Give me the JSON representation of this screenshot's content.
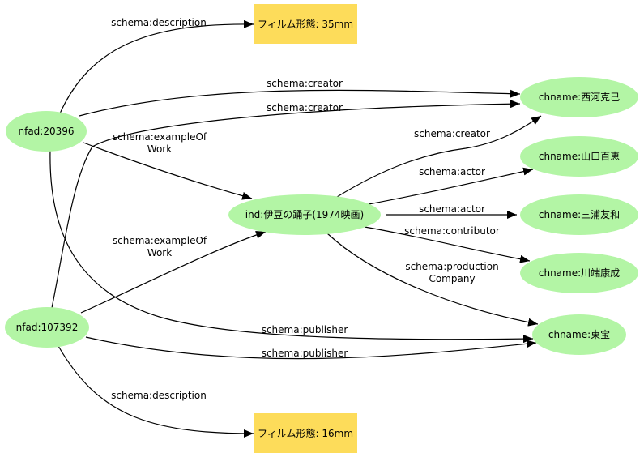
{
  "colors": {
    "resource_fill": "#b3f5a5",
    "literal_fill": "#fddc5a",
    "edge": "#000000",
    "background": "#ffffff"
  },
  "nodes": {
    "nfad20396": "nfad:20396",
    "nfad107392": "nfad:107392",
    "izu": "ind:伊豆の踊子(1974映画)",
    "nishikawa": "chname:西河克己",
    "yamaguchi": "chname:山口百恵",
    "miura": "chname:三浦友和",
    "kawabata": "chname:川端康成",
    "toho": "chname:東宝",
    "film35": "フィルム形態: 35mm",
    "film16": "フィルム形態: 16mm"
  },
  "edges": {
    "desc_top": "schema:description",
    "creator_a": "schema:creator",
    "creator_b": "schema:creator",
    "example_a_1": "schema:exampleOf",
    "example_a_2": "Work",
    "example_b_1": "schema:exampleOf",
    "example_b_2": "Work",
    "izu_creator": "schema:creator",
    "izu_actor_1": "schema:actor",
    "izu_actor_2": "schema:actor",
    "izu_contributor": "schema:contributor",
    "izu_production_1": "schema:production",
    "izu_production_2": "Company",
    "publisher_a": "schema:publisher",
    "publisher_b": "schema:publisher",
    "desc_bottom": "schema:description"
  }
}
